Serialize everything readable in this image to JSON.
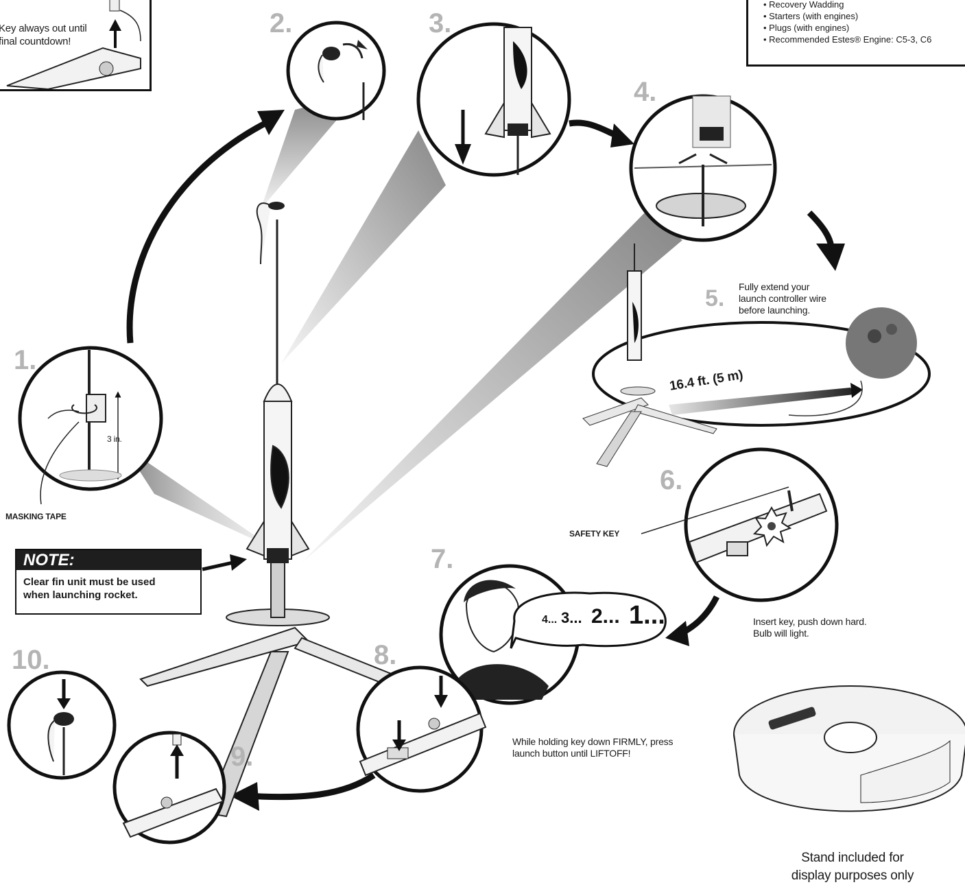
{
  "supplies": {
    "items": [
      "Recovery Wadding",
      "Starters (with engines)",
      "Plugs (with engines)",
      "Recommended Estes® Engine: C5-3, C6"
    ]
  },
  "key_note": {
    "line1": "Key always out until",
    "line2": "final countdown!"
  },
  "steps": {
    "s1": "1.",
    "s2": "2.",
    "s3": "3.",
    "s4": "4.",
    "s5": "5.",
    "s6": "6.",
    "s7": "7.",
    "s8": "8.",
    "s9": "9.",
    "s10": "10."
  },
  "labels": {
    "three_in": "3 in.",
    "masking_tape": "MASKING TAPE",
    "safety_key": "SAFETY KEY",
    "distance": "16.4 ft. (5 m)"
  },
  "step5_text": {
    "line1": "Fully extend your",
    "line2": "launch controller wire",
    "line3": "before launching."
  },
  "note": {
    "title": "NOTE:",
    "line1": "Clear fin unit must be used",
    "line2": "when launching rocket."
  },
  "step6_text": {
    "line1": "Insert key, push down hard.",
    "line2": "Bulb will light."
  },
  "countdown": {
    "four": "4...",
    "three": "3...",
    "two": "2...",
    "one": "1..."
  },
  "step8_text": {
    "line1": "While holding key down FIRMLY, press",
    "line2": "launch button until LIFTOFF!"
  },
  "stand": {
    "line1": "Stand included for",
    "line2": "display purposes only"
  },
  "colors": {
    "ink": "#111111",
    "step_gray": "#b4b4b4",
    "cone_gray": "#9a9a9a"
  }
}
